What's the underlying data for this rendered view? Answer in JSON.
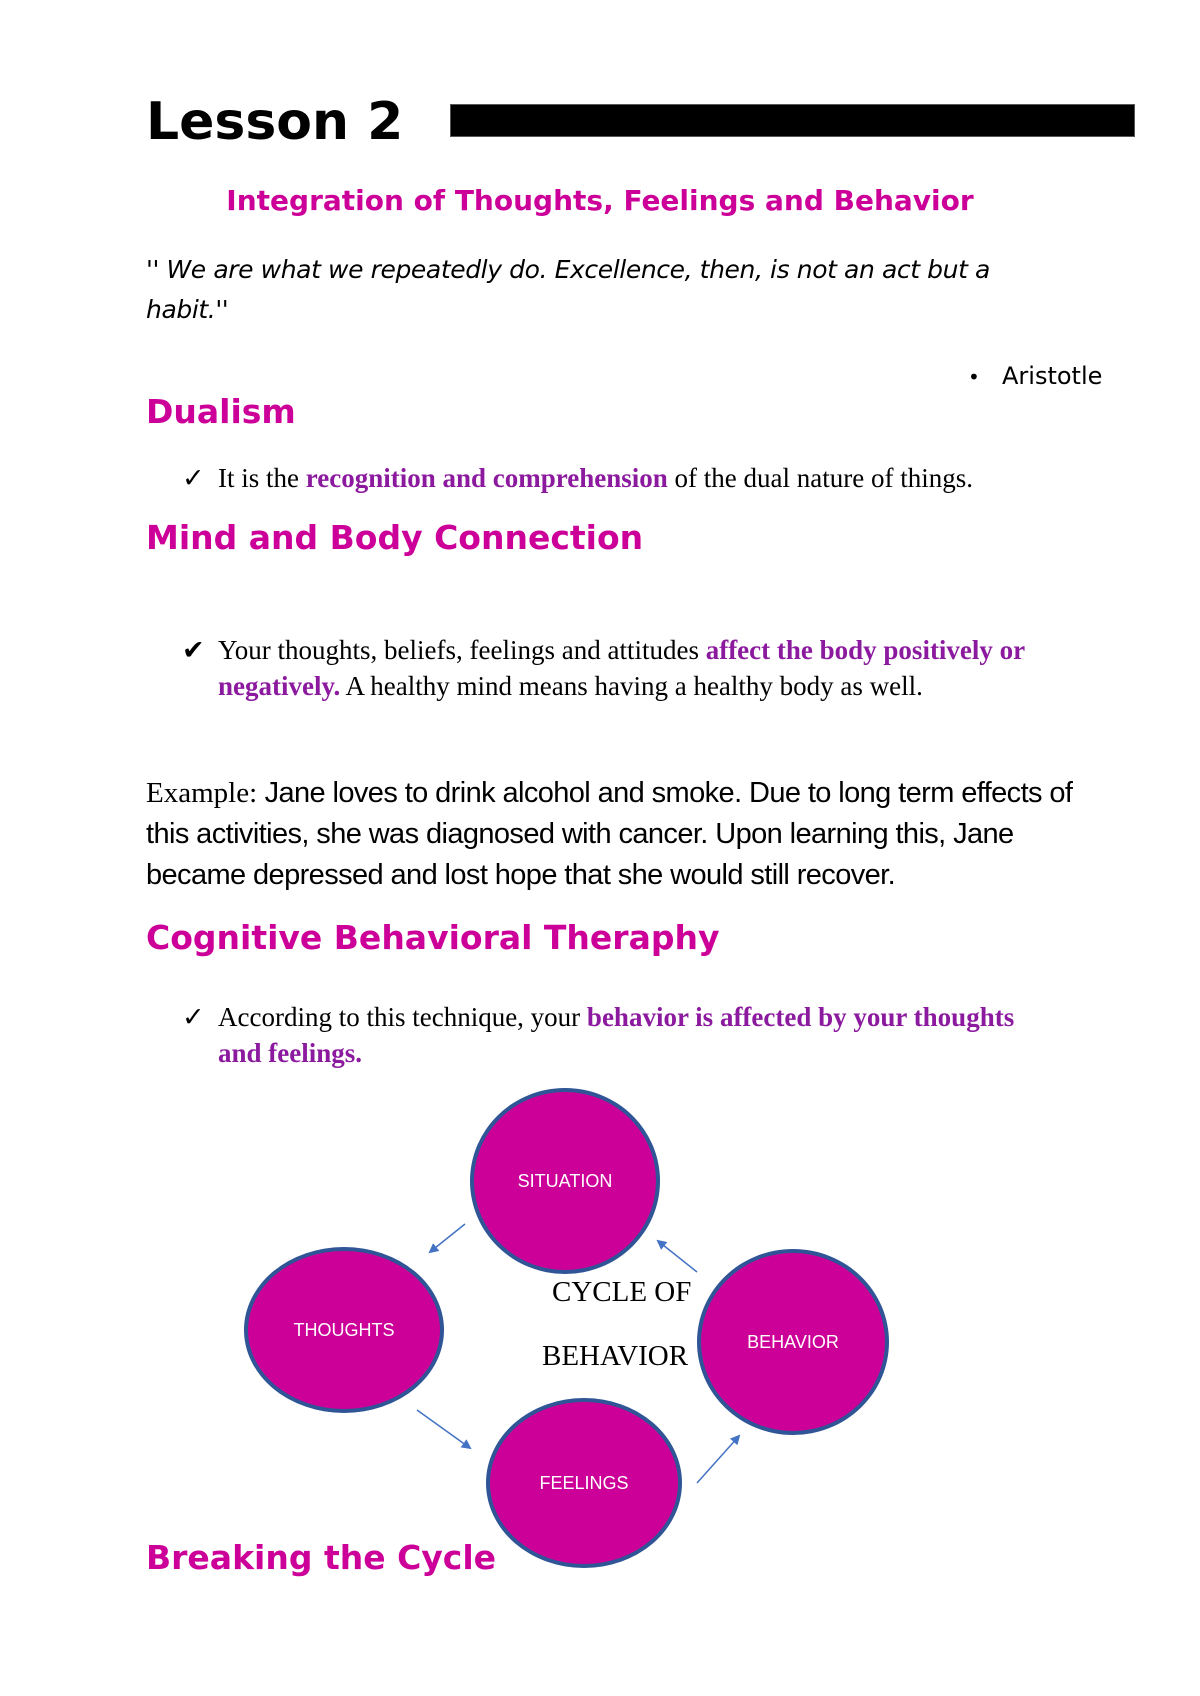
{
  "header": {
    "lesson_title": "Lesson 2",
    "subtitle": "Integration of Thoughts, Feelings and Behavior"
  },
  "quote": {
    "text": "'' We are what we repeatedly do. Excellence, then, is not an act but a habit.''",
    "author": "Aristotle",
    "bullet": "•"
  },
  "sections": [
    {
      "heading": "Dualism",
      "check": "✓",
      "parts": [
        "It is the ",
        "recognition and comprehension",
        " of the dual nature of things."
      ]
    },
    {
      "heading": "Mind and Body Connection",
      "check": "✔",
      "parts": [
        "Your thoughts, beliefs, feelings and attitudes ",
        "affect the body positively or negatively.",
        " A healthy mind means having a healthy body as well."
      ]
    },
    {
      "heading": "Cognitive Behavioral Theraphy",
      "check": "✓",
      "parts": [
        "According to this technique, your ",
        "behavior is affected by your thoughts and feelings.",
        ""
      ]
    },
    {
      "heading": "Breaking the Cycle"
    }
  ],
  "example": {
    "label": "Example:",
    "text": " Jane loves to drink alcohol and smoke. Due to long term effects of this activities, she was diagnosed with cancer. Upon learning this, Jane became depressed and lost hope that she would still recover."
  },
  "diagram": {
    "center_line1": "CYCLE OF",
    "center_line2": "BEHAVIOR",
    "nodes": [
      "SITUATION",
      "THOUGHTS",
      "FEELINGS",
      "BEHAVIOR"
    ],
    "colors": {
      "node_fill": "#cc0099",
      "node_border": "#2f5597",
      "arrow": "#4472c4"
    }
  },
  "colors": {
    "heading": "#cc0099",
    "highlight": "#8b1a9e"
  }
}
